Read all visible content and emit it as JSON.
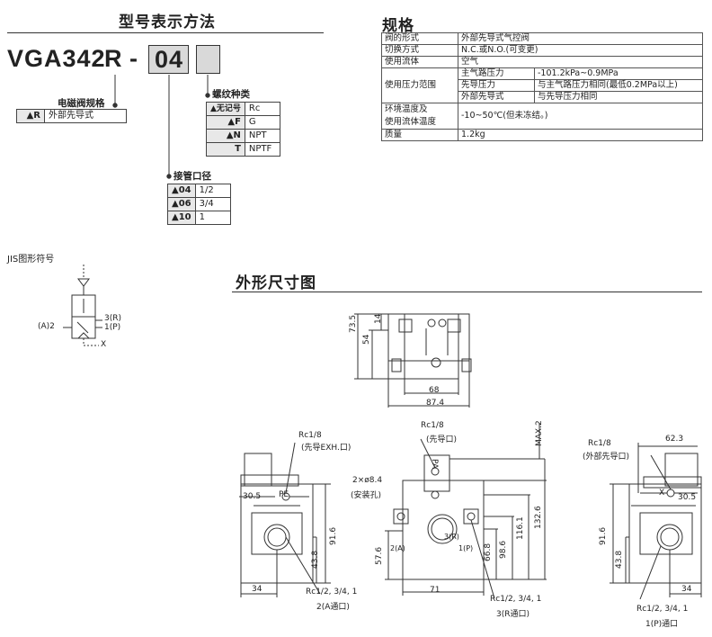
{
  "model_section": {
    "title": "型号表示方法",
    "model": {
      "base": "VGA342",
      "code": "R",
      "dash": "-",
      "port": "04"
    },
    "solenoid": {
      "label": "电磁阀规格",
      "code": "▲R",
      "desc": "外部先导式"
    },
    "thread": {
      "label": "螺纹种类",
      "rows": [
        {
          "code": "▲无记号",
          "val": "Rc"
        },
        {
          "code": "▲F",
          "val": "G"
        },
        {
          "code": "▲N",
          "val": "NPT"
        },
        {
          "code": "T",
          "val": "NPTF"
        }
      ]
    },
    "port": {
      "label": "接管口径",
      "rows": [
        {
          "code": "▲04",
          "val": "1/2"
        },
        {
          "code": "▲06",
          "val": "3/4"
        },
        {
          "code": "▲10",
          "val": "1"
        }
      ]
    }
  },
  "spec_section": {
    "title": "规格",
    "rows": [
      {
        "k": "阀的形式",
        "v": "外部先导式气控阀"
      },
      {
        "k": "切换方式",
        "v": "N.C.或N.O.(可变更)"
      },
      {
        "k": "使用流体",
        "v": "空气"
      },
      {
        "k": "使用压力范围",
        "sub": [
          {
            "k": "主气路压力",
            "v": "-101.2kPa~0.9MPa"
          },
          {
            "k": "先导压力",
            "v": "与主气路压力相同(最低0.2MPa以上)"
          },
          {
            "k": "外部先导式",
            "v": "与先导压力相同"
          }
        ]
      },
      {
        "k": "环境温度及",
        "k2": "使用流体温度",
        "v": "-10~50℃(但未冻结。)"
      },
      {
        "k": "质量",
        "v": "1.2kg"
      }
    ]
  },
  "jis": {
    "title": "JIS图形符号",
    "labels": {
      "a": "(A)2",
      "r": "3(R)",
      "p": "1(P)",
      "x": "X"
    }
  },
  "drawing_section": {
    "title": "外形尺寸图",
    "top_view": {
      "d_73_5": "73.5",
      "d_54": "54",
      "d_14": "14",
      "d_68": "68",
      "d_87_4": "87.4"
    },
    "left_view": {
      "rc18": "Rc1/8",
      "rc18_note": "(先导EXH.口)",
      "d_30_5": "30.5",
      "pe": "PE",
      "d_91_6": "91.6",
      "d_43_8": "43.8",
      "d_34": "34",
      "port": "Rc1/2, 3/4, 1",
      "port_note": "2(A通口)"
    },
    "front_view": {
      "rc18": "Rc1/8",
      "rc18_note": "(先导口)",
      "max": "MAX.2",
      "holes": "2×ø8.4",
      "holes_note": "(安装孔)",
      "d_57_6": "57.6",
      "d_66_8": "66.8",
      "d_98_6": "98.6",
      "d_116_1": "116.1",
      "d_132_6": "132.6",
      "a2": "2(A)",
      "r3": "3(R)",
      "p1": "1(P)",
      "pa": "PA",
      "d_71": "71",
      "port": "Rc1/2, 3/4, 1",
      "port_note": "3(R通口)"
    },
    "right_view": {
      "rc18": "Rc1/8",
      "rc18_note": "(外部先导口)",
      "d_62_3": "62.3",
      "x": "X",
      "d_30_5": "30.5",
      "d_91_6": "91.6",
      "d_43_8": "43.8",
      "d_34": "34",
      "port": "Rc1/2, 3/4, 1",
      "port_note": "1(P)通口"
    }
  }
}
